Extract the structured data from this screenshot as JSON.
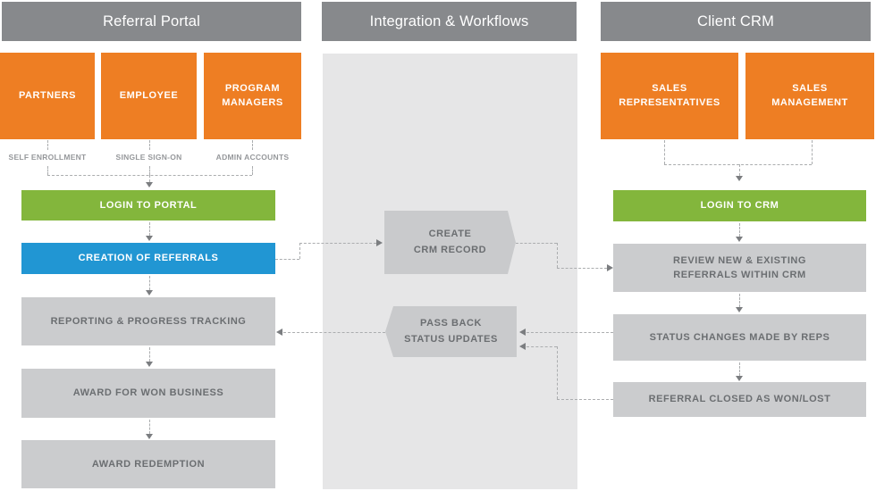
{
  "portal": {
    "header": "Referral Portal",
    "actors": [
      {
        "label": "PARTNERS",
        "sublabel": "SELF ENROLLMENT"
      },
      {
        "label": "EMPLOYEE",
        "sublabel": "SINGLE SIGN-ON"
      },
      {
        "label": "PROGRAM MANAGERS",
        "sublabel": "ADMIN ACCOUNTS"
      }
    ],
    "steps": [
      {
        "label": "LOGIN TO PORTAL",
        "type": "green"
      },
      {
        "label": "CREATION OF REFERRALS",
        "type": "blue"
      },
      {
        "label": "REPORTING & PROGRESS TRACKING",
        "type": "gray"
      },
      {
        "label": "AWARD FOR WON BUSINESS",
        "type": "gray"
      },
      {
        "label": "AWARD REDEMPTION",
        "type": "gray"
      }
    ]
  },
  "integration": {
    "header": "Integration & Workflows",
    "processes": [
      {
        "line1": "CREATE",
        "line2": "CRM RECORD",
        "direction": "right"
      },
      {
        "line1": "PASS BACK",
        "line2": "STATUS UPDATES",
        "direction": "left"
      }
    ]
  },
  "crm": {
    "header": "Client CRM",
    "actors": [
      {
        "label": "SALES REPRESENTATIVES"
      },
      {
        "label": "SALES MANAGEMENT"
      }
    ],
    "steps": [
      {
        "label": "LOGIN TO CRM",
        "type": "green"
      },
      {
        "line1": "REVIEW NEW & EXISTING",
        "line2": "REFERRALS WITHIN CRM",
        "type": "gray"
      },
      {
        "label": "STATUS CHANGES MADE BY REPS",
        "type": "gray"
      },
      {
        "label": "REFERRAL CLOSED AS WON/LOST",
        "type": "gray"
      }
    ]
  },
  "colors": {
    "orange": "#EE7E23",
    "green": "#83B63C",
    "blue": "#2196D3",
    "header_gray": "#87898C",
    "box_gray": "#CBCCCE",
    "process_gray": "#C9CACC",
    "panel_gray": "#E6E6E7",
    "text_dark": "#6B6E71",
    "sublabel_gray": "#96989B",
    "connector": "#ABADAF",
    "arrowhead": "#7B7D80"
  }
}
